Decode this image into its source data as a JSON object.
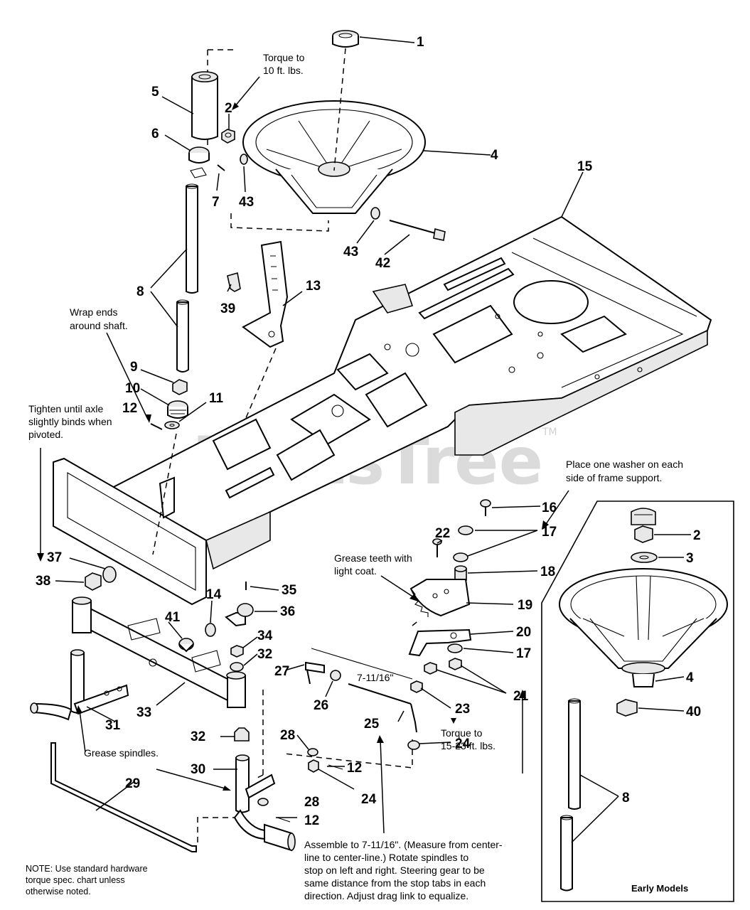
{
  "watermark": "PartsTree",
  "watermark_tm": "TM",
  "callouts": [
    {
      "label": "1"
    },
    {
      "label": "2"
    },
    {
      "label": "4"
    },
    {
      "label": "5"
    },
    {
      "label": "6"
    },
    {
      "label": "7"
    },
    {
      "label": "43"
    },
    {
      "label": "43"
    },
    {
      "label": "42"
    },
    {
      "label": "15"
    },
    {
      "label": "8"
    },
    {
      "label": "13"
    },
    {
      "label": "39"
    },
    {
      "label": "9"
    },
    {
      "label": "10"
    },
    {
      "label": "11"
    },
    {
      "label": "12"
    },
    {
      "label": "37"
    },
    {
      "label": "38"
    },
    {
      "label": "35"
    },
    {
      "label": "14"
    },
    {
      "label": "36"
    },
    {
      "label": "41"
    },
    {
      "label": "34"
    },
    {
      "label": "32"
    },
    {
      "label": "33"
    },
    {
      "label": "31"
    },
    {
      "label": "32"
    },
    {
      "label": "30"
    },
    {
      "label": "29"
    },
    {
      "label": "28"
    },
    {
      "label": "12"
    },
    {
      "label": "27"
    },
    {
      "label": "26"
    },
    {
      "label": "25"
    },
    {
      "label": "28"
    },
    {
      "label": "24"
    },
    {
      "label": "12"
    },
    {
      "label": "16"
    },
    {
      "label": "17"
    },
    {
      "label": "22"
    },
    {
      "label": "18"
    },
    {
      "label": "19"
    },
    {
      "label": "20"
    },
    {
      "label": "17"
    },
    {
      "label": "21"
    },
    {
      "label": "23"
    },
    {
      "label": "24"
    },
    {
      "label": "2"
    },
    {
      "label": "3"
    },
    {
      "label": "4"
    },
    {
      "label": "40"
    },
    {
      "label": "8"
    }
  ],
  "notes": {
    "torque_10": [
      "Torque to",
      "10 ft. lbs."
    ],
    "wrap_ends": [
      "Wrap ends",
      "around shaft."
    ],
    "tighten_axle": [
      "Tighten until axle",
      "slightly binds when",
      "pivoted."
    ],
    "washer_note": [
      "Place one washer on each",
      "side of frame support."
    ],
    "grease_teeth": [
      "Grease teeth with",
      "light coat."
    ],
    "dimension": "7-11/16\"",
    "torque_15_23": [
      "Torque to",
      "15-23 ft. lbs."
    ],
    "grease_spindles": "Grease spindles.",
    "assemble": [
      "Assemble to 7-11/16\". (Measure from center-",
      "line to center-line.) Rotate spindles to",
      "stop on left and right. Steering gear to be",
      "same distance from the stop tabs in each",
      "direction. Adjust drag link to equalize."
    ],
    "hardware_note": [
      "NOTE:  Use standard hardware",
      "torque spec. chart unless",
      "otherwise noted."
    ]
  },
  "early_models": {
    "title": "Early Models"
  }
}
